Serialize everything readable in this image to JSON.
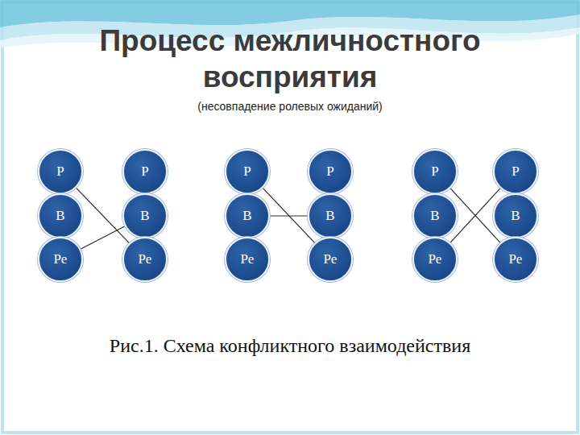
{
  "diagram": {
    "title": "Процесс межличностного восприятия",
    "caption": "Рис.1. Схема конфликтного взаимодействия",
    "nodes": [
      {
        "text": [
          "Р"
        ]
      },
      {
        "text": [
          "Р"
        ]
      },
      {
        "text": [
          "Р"
        ]
      },
      {
        "text": [
          "Р"
        ]
      },
      {
        "text": [
          "Р"
        ]
      },
      {
        "text": [
          "Р"
        ]
      },
      {
        "text": [
          "В"
        ]
      },
      {
        "text": [
          "В"
        ]
      },
      {
        "text": [
          "В"
        ]
      },
      {
        "text": [
          "В"
        ]
      },
      {
        "text": [
          "В"
        ]
      },
      {
        "text": [
          "В"
        ]
      },
      {
        "text": [
          "Ре"
        ]
      },
      {
        "text": [
          "Ре"
        ]
      },
      {
        "text": [
          "Ре"
        ]
      },
      {
        "text": [
          "Ре"
        ]
      },
      {
        "text": [
          "Ре"
        ]
      },
      {
        "text": [
          "Ре"
        ]
      }
    ],
    "edges": [
      {
        "from": 0,
        "to": 13,
        "arrow": "none"
      },
      {
        "from": 12,
        "to": 7,
        "arrow": "none"
      },
      {
        "from": 2,
        "to": 15,
        "arrow": "none"
      },
      {
        "from": 8,
        "to": 9,
        "arrow": "none"
      },
      {
        "from": 4,
        "to": 17,
        "arrow": "none"
      },
      {
        "from": 5,
        "to": 16,
        "arrow": "none"
      }
    ],
    "labels": [
      "(несовпадение ролевых ожиданий)"
    ]
  }
}
